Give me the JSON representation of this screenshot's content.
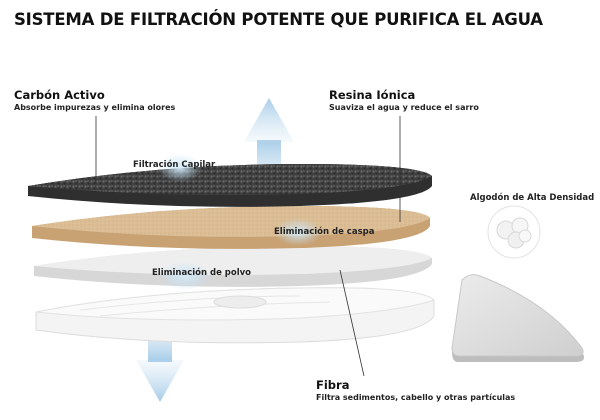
{
  "title": "SISTEMA DE FILTRACIÓN POTENTE QUE PURIFICA EL AGUA",
  "labels": {
    "carbon": {
      "heading": "Carbón Activo",
      "sub": "Absorbe impurezas y elimina olores"
    },
    "resina": {
      "heading": "Resina Iónica",
      "sub": "Suaviza el agua y reduce el sarro"
    },
    "fibra": {
      "heading": "Fibra",
      "sub": "Filtra sedimentos, cabello y otras partículas"
    },
    "algodon": "Algodón de Alta Densidad"
  },
  "callouts": {
    "capilar": "Filtración Capilar",
    "caspa": "Eliminación de caspa",
    "polvo": "Eliminación de polvo"
  },
  "colors": {
    "carbon": "#4a4a4a",
    "wood": "#d9b88c",
    "white_layer": "#e8e8e8",
    "arrow": "#a9cde8",
    "felt": "#d6d6d6"
  }
}
